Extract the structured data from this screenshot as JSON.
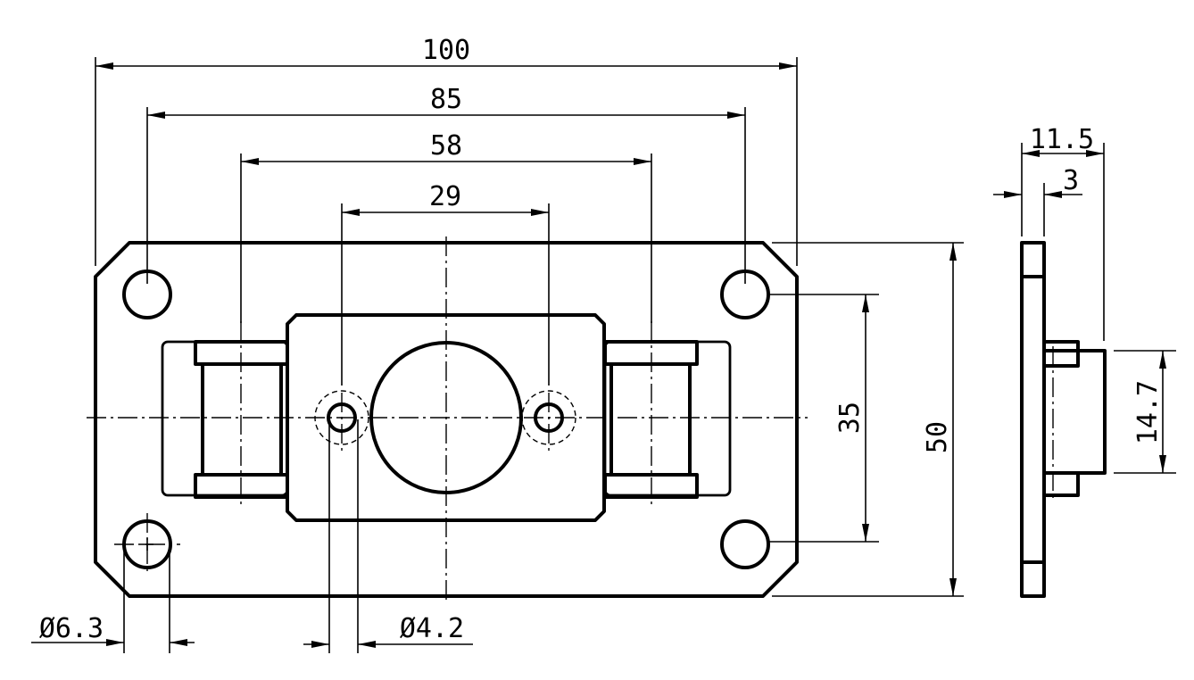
{
  "drawing": {
    "front_view": {
      "dimensions": {
        "overall_width": "100",
        "hole_spacing_x": "85",
        "slot_spacing": "58",
        "small_hole_spacing": "29",
        "hole_spacing_y": "35",
        "overall_height": "50",
        "hole_diameter": "Ø6.3",
        "small_hole_diameter": "Ø4.2"
      }
    },
    "side_view": {
      "dimensions": {
        "total_depth": "11.5",
        "plate_thickness": "3",
        "boss_height": "14.7"
      }
    }
  }
}
